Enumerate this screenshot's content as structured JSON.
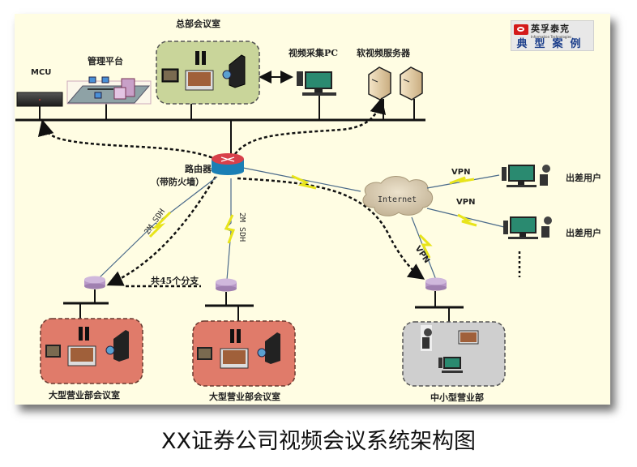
{
  "caption": "XX证券公司视频会议系统架构图",
  "logo": {
    "brand": "英孚泰克",
    "subtitle": "Information Technologies",
    "tagline": "典型案例",
    "accent": "#d41a1a",
    "tagline_color": "#1a3d8a"
  },
  "nodes": {
    "mcu": "MCU",
    "management": "管理平台",
    "hq_room": "总部会议室",
    "video_pc": "视频采集PC",
    "soft_server": "软视频服务器",
    "router_line1": "路由器",
    "router_line2": "（带防火墙）",
    "internet": "Internet",
    "travel_user_1": "出差用户",
    "travel_user_2": "出差用户",
    "branch_large_1": "大型营业部会议室",
    "branch_large_2": "大型营业部会议室",
    "branch_small": "中小型营业部",
    "branches_note": "共45个分支"
  },
  "links": {
    "sdh_1": "2M SDH",
    "sdh_2": "2M SDH",
    "vpn_1": "VPN",
    "vpn_2": "VPN",
    "vpn_3": "VPN"
  },
  "colors": {
    "background": "#fffde3",
    "hq_room_fill": "#c9d59a",
    "large_room_fill": "#e07b6a",
    "small_room_fill": "#cfcfcf",
    "router_top": "#d8404a",
    "router_body": "#1a7fb5",
    "branch_router": "#b898c8",
    "cloud": "#d9cdb5",
    "lightning": "#f4f020"
  }
}
